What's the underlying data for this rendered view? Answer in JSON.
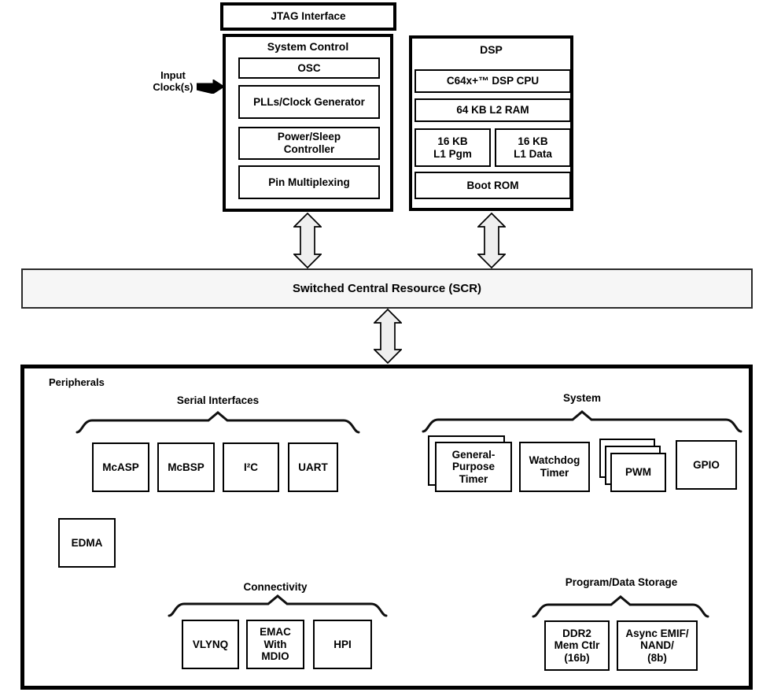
{
  "colors": {
    "background": "#ffffff",
    "box_fill": "#ffffff",
    "border": "#000000",
    "scr_fill": "#f6f6f6",
    "arrow_fill": "#efefef",
    "text": "#000000"
  },
  "jtag": {
    "label": "JTAG Interface"
  },
  "input_clock": {
    "label": "Input\nClock(s)"
  },
  "system_control": {
    "title": "System Control",
    "osc": "OSC",
    "pll": "PLLs/Clock Generator",
    "power": "Power/Sleep\nController",
    "pinmux": "Pin Multiplexing"
  },
  "dsp": {
    "title": "DSP",
    "cpu": "C64x+™ DSP CPU",
    "l2": "64 KB L2 RAM",
    "l1p": "16 KB\nL1 Pgm",
    "l1d": "16 KB\nL1 Data",
    "bootrom": "Boot ROM"
  },
  "scr": {
    "label": "Switched Central Resource (SCR)"
  },
  "peripherals": {
    "title": "Peripherals",
    "serial": {
      "title": "Serial Interfaces",
      "mcasp": "McASP",
      "mcbsp": "McBSP",
      "i2c": "I²C",
      "uart": "UART"
    },
    "system": {
      "title": "System",
      "gp_timer": "General-\nPurpose\nTimer",
      "watchdog": "Watchdog\nTimer",
      "pwm": "PWM",
      "gpio": "GPIO"
    },
    "edma": "EDMA",
    "connectivity": {
      "title": "Connectivity",
      "vlynq": "VLYNQ",
      "emac": "EMAC\nWith\nMDIO",
      "hpi": "HPI"
    },
    "storage": {
      "title": "Program/Data Storage",
      "ddr2": "DDR2\nMem Ctlr\n(16b)",
      "emif": "Async EMIF/\nNAND/\n(8b)"
    }
  }
}
